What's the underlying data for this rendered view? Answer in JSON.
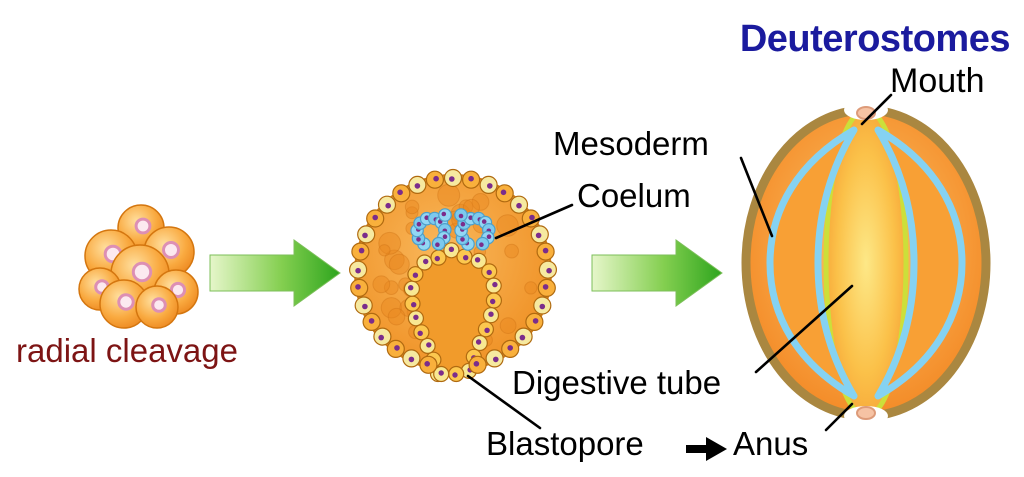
{
  "title": "Deuterostomes",
  "labels": {
    "radial_cleavage": "radial cleavage",
    "mouth": "Mouth",
    "mesoderm": "Mesoderm",
    "coelum": "Coelum",
    "digestive_tube": "Digestive tube",
    "blastopore": "Blastopore",
    "anus": "Anus"
  },
  "icons": {
    "progression_arrow": "green-right-arrow",
    "blastopore_to_anus_arrow": "black-right-arrow"
  },
  "colors": {
    "title_text": "#1b1b9e",
    "radial_cleavage_text": "#7d1414",
    "label_text": "#000000",
    "arrow_green": "#3fae2a",
    "cell_orange": "#f58220",
    "cell_yellow": "#f8e892",
    "nucleus_purple": "#7b2d8b",
    "coelom_blue": "#85d2f2",
    "body_outline": "#aa8740",
    "digestive_yellow_edge": "#ccdf3a",
    "mouth_pink": "#f6c3a4"
  }
}
